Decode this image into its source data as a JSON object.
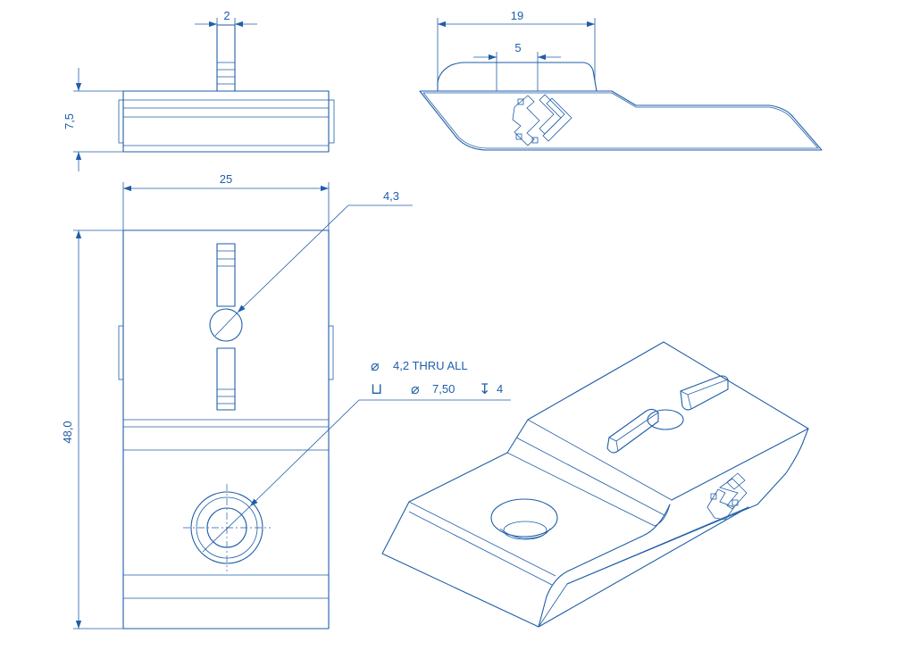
{
  "colors": {
    "line": "#1f5ea8",
    "text": "#1f5ea8",
    "background": "#ffffff"
  },
  "top_view": {
    "width_label": "2",
    "height_label": "7,5"
  },
  "side_view": {
    "overall_label": "19",
    "inner_label": "5",
    "logo": "double-chevron-logo-icon"
  },
  "front_view": {
    "width_label": "25",
    "height_label": "48,0",
    "slot_hole_label": "4,3",
    "counterbore": {
      "diameter_symbol": "⌀",
      "thru_text": "4,2 THRU ALL",
      "counterbore_symbol": "⊔",
      "cbore_diameter_symbol": "⌀",
      "cbore_diameter": "7,50",
      "depth_symbol": "↧",
      "depth": "4"
    }
  },
  "iso_view": {
    "logo": "double-chevron-logo-icon"
  }
}
